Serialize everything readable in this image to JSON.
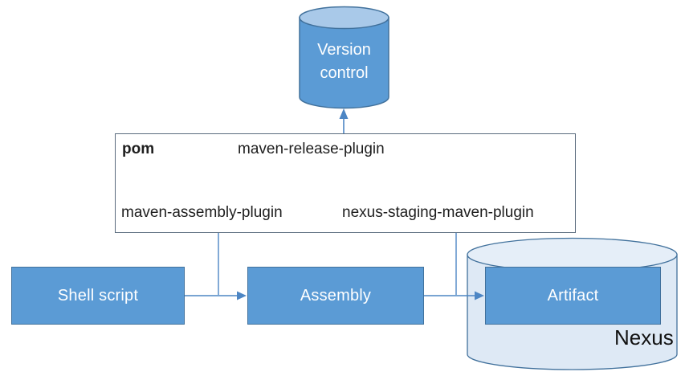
{
  "diagram": {
    "version_control_label": "Version control",
    "pom_box": {
      "title": "pom",
      "release_plugin": "maven-release-plugin",
      "assembly_plugin": "maven-assembly-plugin",
      "staging_plugin": "nexus-staging-maven-plugin"
    },
    "shell_script_label": "Shell script",
    "assembly_label": "Assembly",
    "artifact_label": "Artifact",
    "nexus_label": "Nexus"
  },
  "colors": {
    "node_fill": "#5B9BD5",
    "node_border": "#41719C",
    "cylinder_top_fill": "#A9C9E9",
    "nexus_fill": "#DEE9F5",
    "nexus_top_fill": "#E5EEF8",
    "connector": "#4D86C4",
    "pom_box_border": "#5A6B7D",
    "text_dark": "#1e1e1e"
  }
}
